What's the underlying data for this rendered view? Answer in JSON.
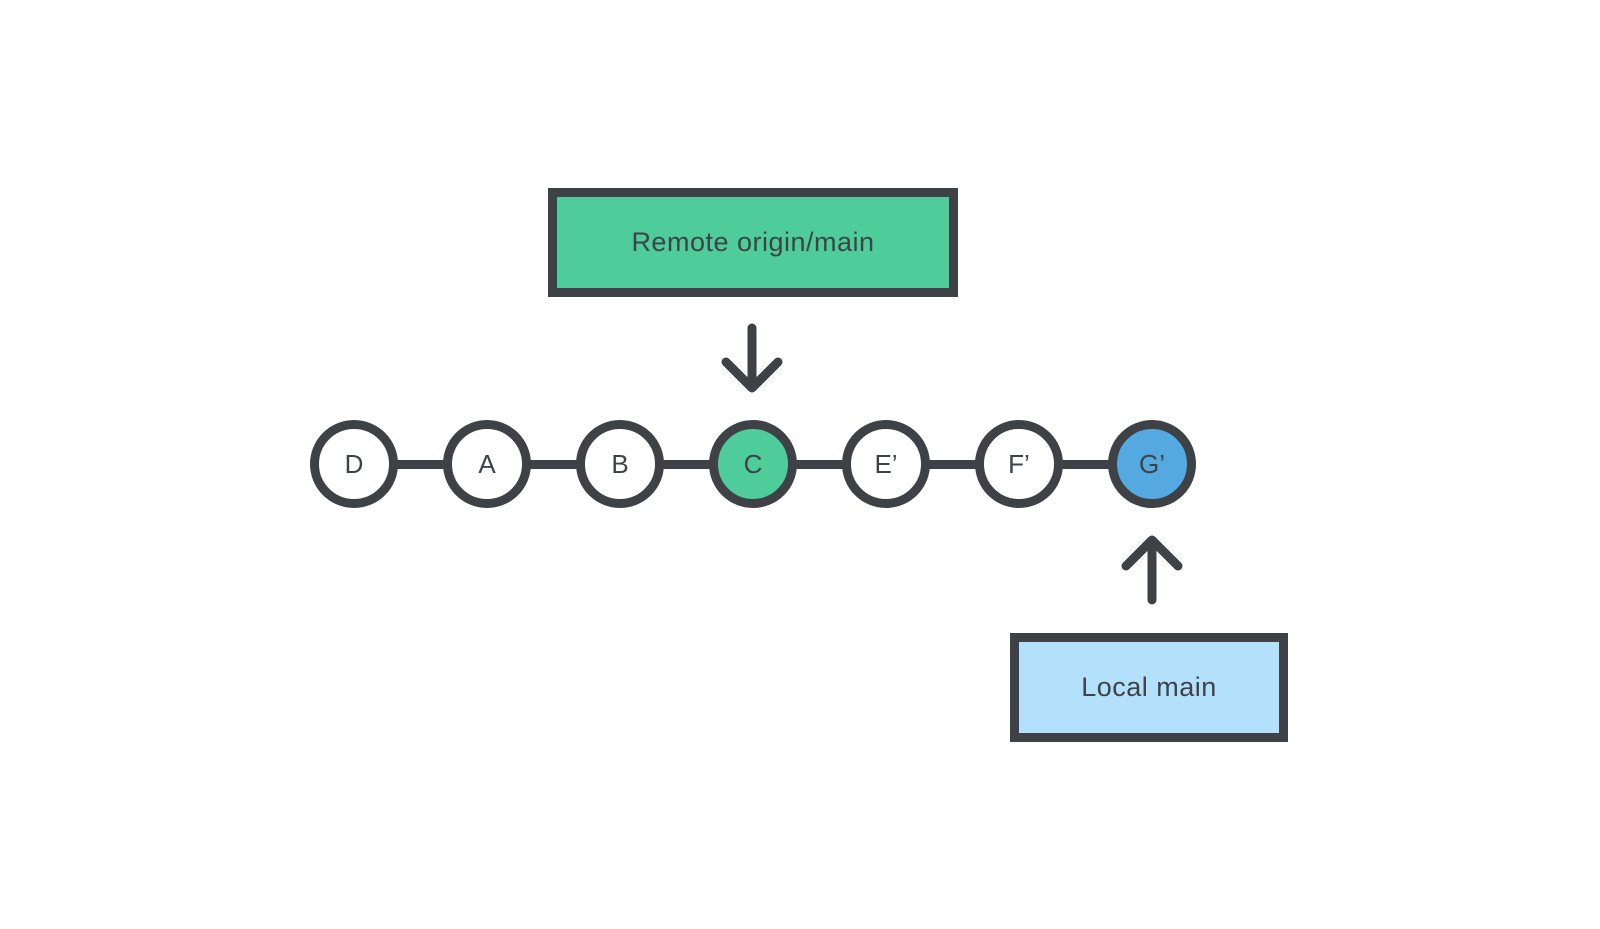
{
  "diagram": {
    "title": "git history with remote and local branch pointers",
    "colors": {
      "dark": "#3e4145",
      "text": "#3e4347",
      "green": "#4ecd9b",
      "blue": "#54a9e0",
      "light_blue": "#b3e0fa",
      "white": "#ffffff",
      "background": "#ffffff"
    },
    "remote_label": {
      "text": "Remote origin/main",
      "fill": "#4ecd9b",
      "points_to": "C"
    },
    "local_label": {
      "text": "Local main",
      "fill": "#b3e0fa",
      "points_to": "G’"
    },
    "commits": [
      {
        "label": "D",
        "fill": "#ffffff"
      },
      {
        "label": "A",
        "fill": "#ffffff"
      },
      {
        "label": "B",
        "fill": "#ffffff"
      },
      {
        "label": "C",
        "fill": "#4ecd9b"
      },
      {
        "label": "E’",
        "fill": "#ffffff"
      },
      {
        "label": "F’",
        "fill": "#ffffff"
      },
      {
        "label": "G’",
        "fill": "#54a9e0"
      }
    ],
    "arrows": [
      {
        "name": "remote-pointer-arrow",
        "direction": "down"
      },
      {
        "name": "local-pointer-arrow",
        "direction": "up"
      }
    ]
  }
}
